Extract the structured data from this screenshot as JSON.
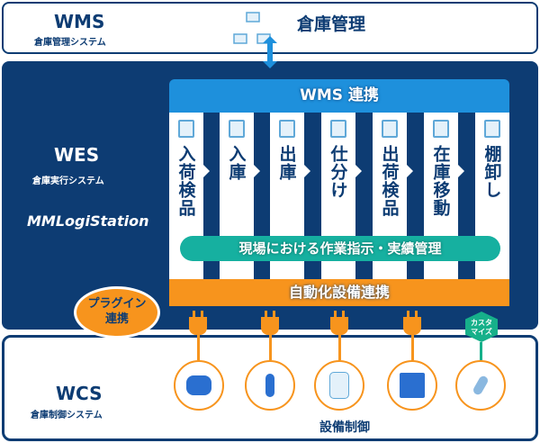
{
  "wms": {
    "title": "WMS",
    "subtitle": "倉庫管理システム",
    "center": "倉庫管理"
  },
  "wes": {
    "title": "WES",
    "subtitle": "倉庫実行システム",
    "product": "MMLogiStation"
  },
  "wcs": {
    "title": "WCS",
    "subtitle": "倉庫制御システム",
    "equipment_label": "設備制御"
  },
  "wms_link": "WMS 連携",
  "processes": [
    "入荷検品",
    "入庫",
    "出庫",
    "仕分け",
    "出荷検品",
    "在庫移動",
    "棚卸し"
  ],
  "field_bar": "現場における作業指示・実績管理",
  "automation_bar": "自動化設備連携",
  "plugin_bubble": {
    "line1": "プラグイン",
    "line2": "連携"
  },
  "custom_badge": {
    "line1": "カスタ",
    "line2": "マイズ"
  },
  "devices": [
    "agv-icon",
    "robot-arm-icon",
    "automated-storage-icon",
    "cube-storage-icon",
    "handheld-scanner-icon"
  ],
  "colors": {
    "navy": "#0d3c73",
    "blue": "#1e90dc",
    "orange": "#f7941d",
    "teal": "#16b0a0"
  }
}
